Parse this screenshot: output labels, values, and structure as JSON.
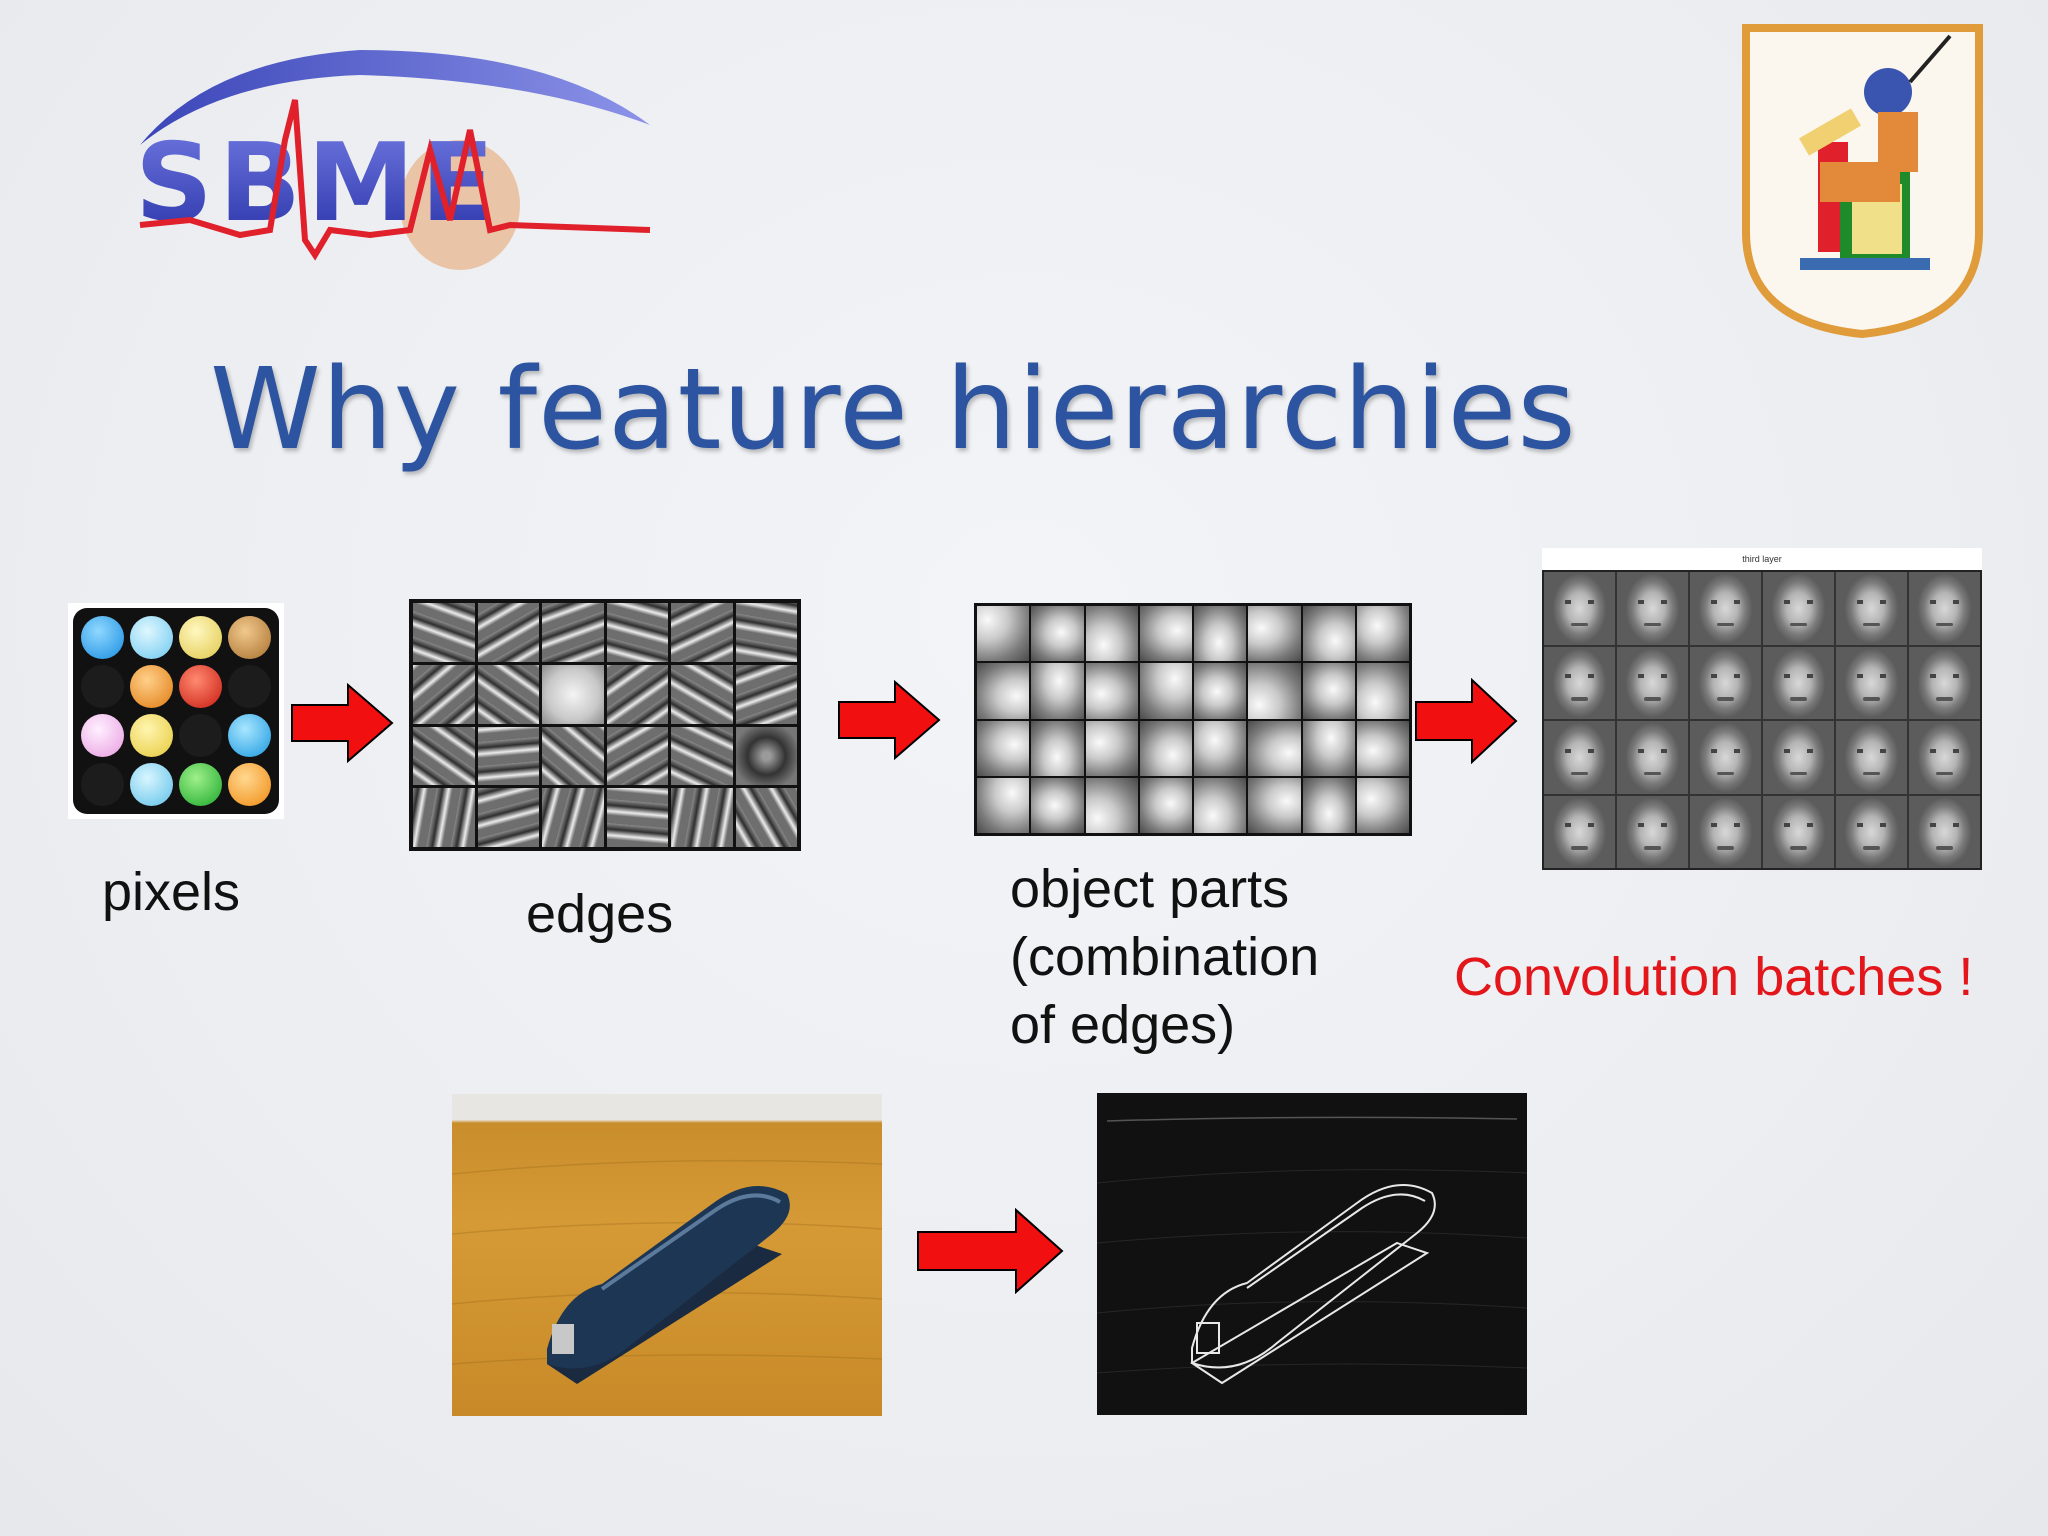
{
  "slide": {
    "title": "Why feature hierarchies",
    "logo_text": "SBME",
    "captions": {
      "pixels": "pixels",
      "edges": "edges",
      "parts_line1": "object parts",
      "parts_line2": "(combination",
      "parts_line3": "of edges)",
      "faces_header": "third layer",
      "note": "Convolution batches !"
    },
    "arrow_color": "#f20f0f",
    "accent_color": "#2c54a0",
    "note_color": "#e3171b"
  }
}
